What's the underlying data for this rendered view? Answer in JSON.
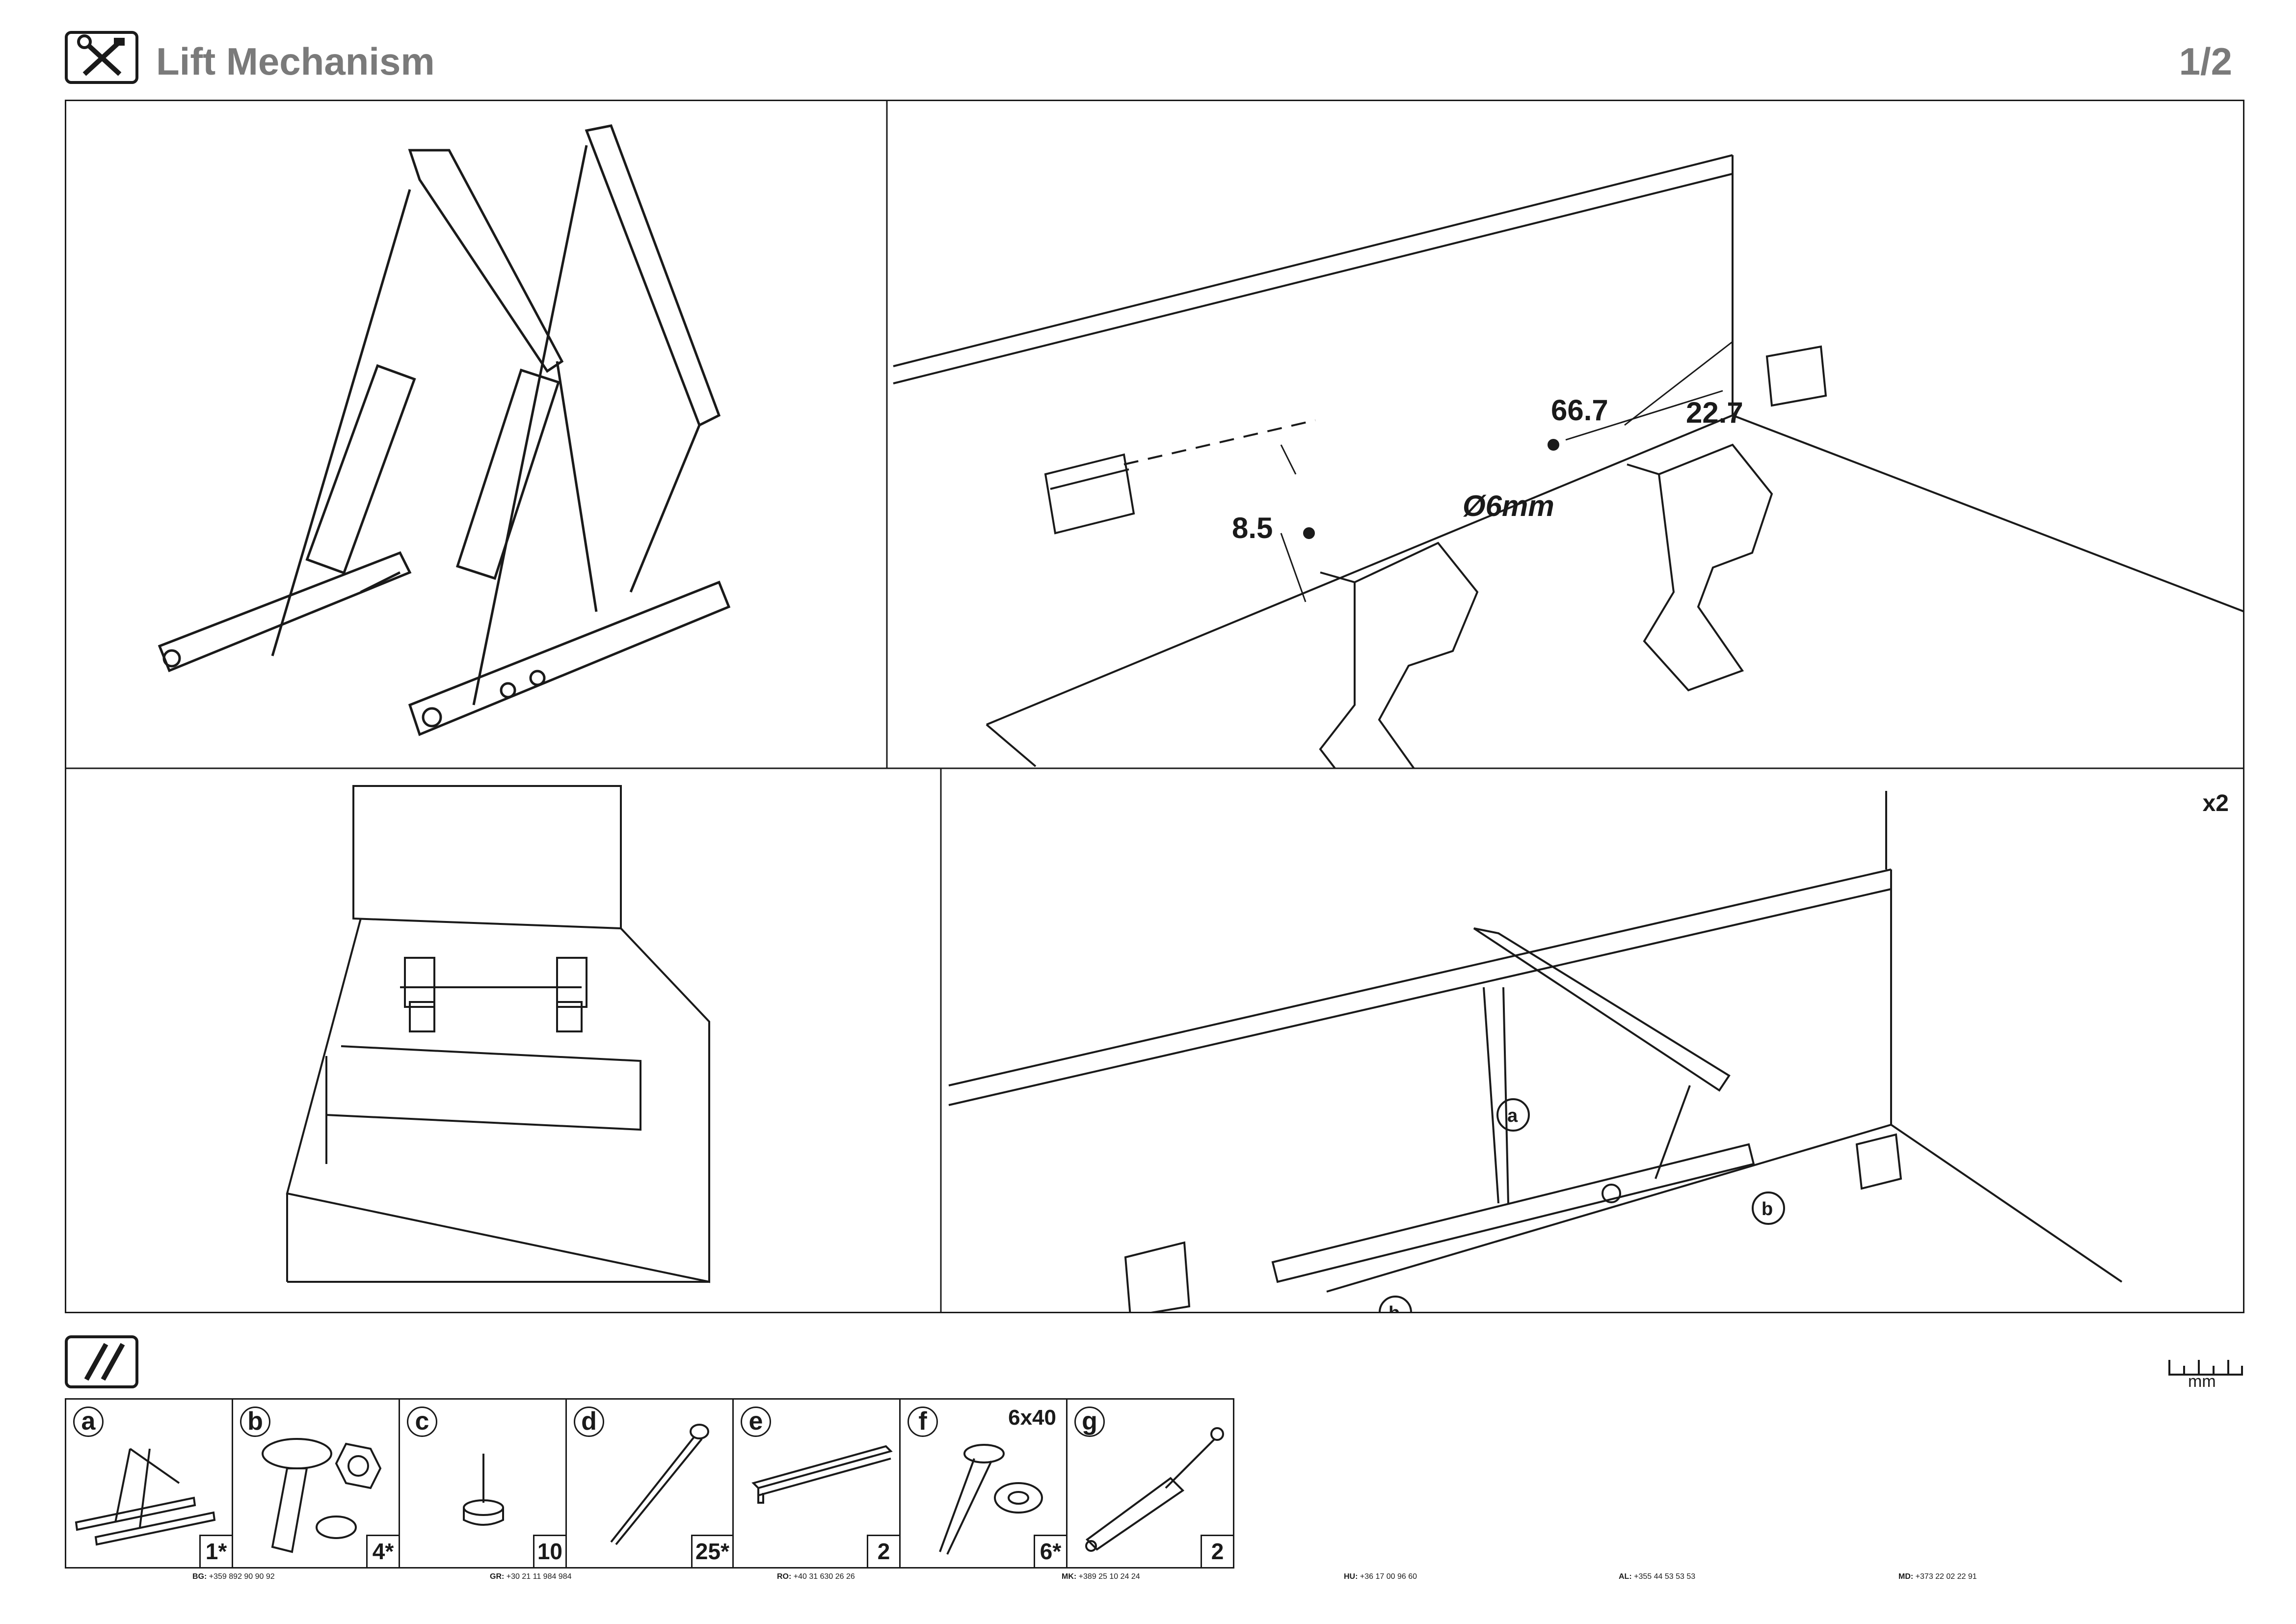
{
  "header": {
    "title": "Lift Mechanism",
    "page": "1/2",
    "icon": "tools-icon"
  },
  "steps": {
    "step2": {
      "dim_a": "66.7",
      "dim_b": "22.7",
      "dim_c": "8.5",
      "drill": "Ø6mm"
    },
    "step4": {
      "multiplier": "x2",
      "label_a": "a",
      "label_b": "b"
    }
  },
  "parts_section": {
    "icon": "screws-icon",
    "ruler_unit": "mm",
    "parts": [
      {
        "letter": "a",
        "qty": "1*",
        "size": "",
        "icon": "lift-mechanism-icon"
      },
      {
        "letter": "b",
        "qty": "4*",
        "size": "",
        "icon": "carriage-bolt-nut-icon"
      },
      {
        "letter": "c",
        "qty": "10",
        "size": "",
        "icon": "glide-nail-icon"
      },
      {
        "letter": "d",
        "qty": "25*",
        "size": "",
        "icon": "nail-icon"
      },
      {
        "letter": "e",
        "qty": "2",
        "size": "",
        "icon": "profile-strip-icon"
      },
      {
        "letter": "f",
        "qty": "6*",
        "size": "6x40",
        "icon": "screw-washer-icon"
      },
      {
        "letter": "g",
        "qty": "2",
        "size": "",
        "icon": "gas-spring-icon"
      }
    ]
  },
  "phones": [
    {
      "code": "BG:",
      "number": "+359 892 90 90 92"
    },
    {
      "code": "GR:",
      "number": "+30 21 11 984 984"
    },
    {
      "code": "RO:",
      "number": "+40 31 630 26 26"
    },
    {
      "code": "MK:",
      "number": "+389 25 10 24 24"
    },
    {
      "code": "HU:",
      "number": "+36 17 00 96 60"
    },
    {
      "code": "AL:",
      "number": "+355 44 53 53 53"
    },
    {
      "code": "MD:",
      "number": "+373 22 02 22 91"
    }
  ]
}
